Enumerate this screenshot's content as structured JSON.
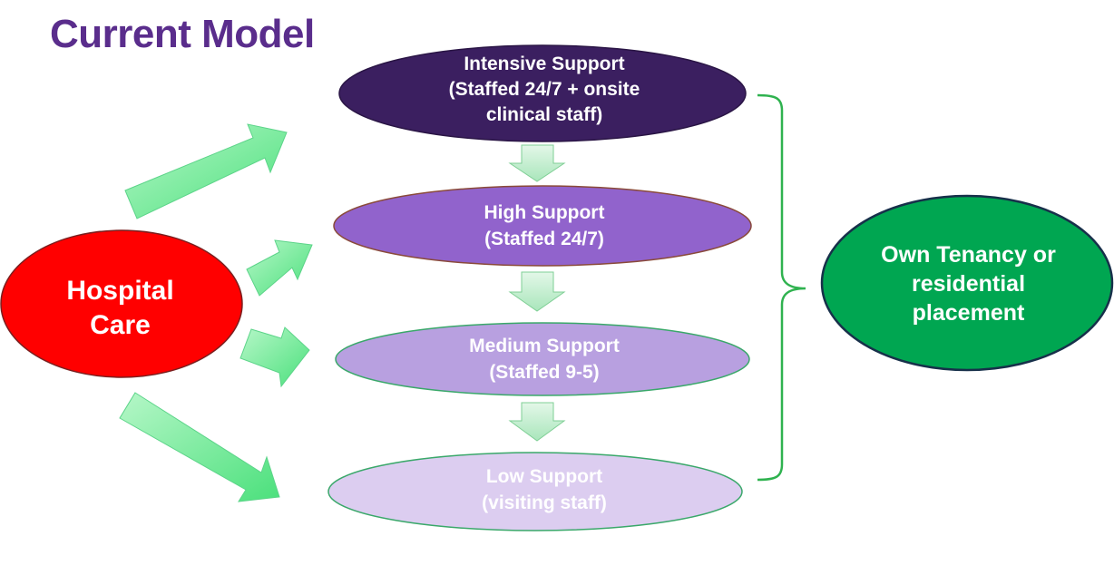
{
  "title": "Current Model",
  "nodes": {
    "intensive": {
      "lines": [
        "Intensive Support",
        "(Staffed 24/7 + onsite",
        "clinical staff)"
      ]
    },
    "high": {
      "lines": [
        "High Support",
        "(Staffed 24/7)"
      ]
    },
    "medium": {
      "lines": [
        "Medium Support",
        "(Staffed 9-5)"
      ]
    },
    "low": {
      "lines": [
        "Low Support",
        "(visiting staff)"
      ]
    },
    "hospital": {
      "lines": [
        "Hospital",
        "Care"
      ]
    },
    "tenancy": {
      "lines": [
        "Own Tenancy or",
        "residential",
        "placement"
      ]
    }
  },
  "colors": {
    "title": "#5a2d8c",
    "intensive_fill": "#3b1f60",
    "high_fill": "#9163cc",
    "medium_fill": "#b8a0e0",
    "low_fill": "#dccdf0",
    "hospital_fill": "#ff0000",
    "tenancy_fill": "#00a651",
    "arrow_fill": "#7df0a0",
    "step_arrow_fill": "#c8f0d2",
    "brace": "#2fb24f",
    "node_border": "#3aa86a"
  }
}
